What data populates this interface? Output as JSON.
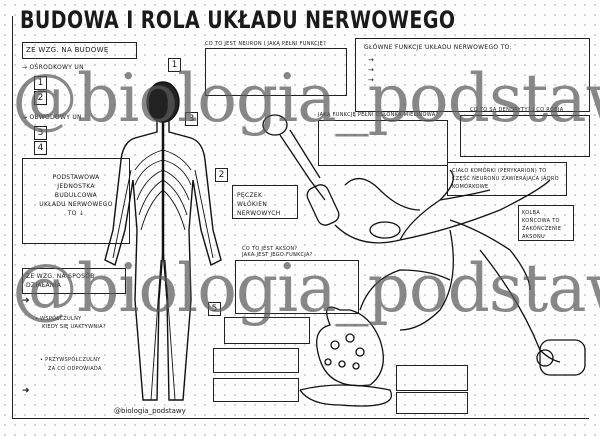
{
  "title": "BUDOWA I ROLA UKŁADU NERWOWEGO",
  "structure_section": {
    "heading": "ZE WZG. NA BUDOWĘ",
    "central": "→ OŚRODKOWY UN",
    "peripheral": "→ OBWODOWY UN",
    "numbers": [
      "1",
      "2",
      "3",
      "4"
    ]
  },
  "figure_labels": [
    "1",
    "3",
    "2",
    "5"
  ],
  "basic_unit": {
    "lines": [
      "PODSTAWOWA",
      "JEDNOSTKA",
      "BUDULCOWA",
      "UKŁADU NERWOWEGO",
      "TO ↓"
    ]
  },
  "function_section": {
    "heading": "ZE WZG. NA SPOSÓB DZIAŁANIA",
    "sympathetic": "• WSPÓŁCZULNY",
    "sympathetic_q": "KIEDY SIĘ UAKTYWNIA?",
    "parasympathetic": "• PRZYWSPÓŁCZULNY",
    "parasympathetic_q": "ZA CO ODPOWIADA"
  },
  "neuron_question": "CO TO JEST NEURON I JAKĄ PEŁNI FUNKCJĘ?",
  "main_functions": {
    "heading": "GŁÓWNE FUNKCJE UKŁADU NERWOWEGO TO:",
    "bullets": [
      "→",
      "→",
      "→"
    ]
  },
  "myelin_question": "JAKĄ FUNKCJĘ PEŁNI OSŁONKA MIELINOWA?",
  "dendrites_question": "CO TO SĄ DENDRYTY? I CO ROBIĄ",
  "bundle_label": "PĘCZEK WŁÓKIEN NERWOWYCH",
  "perikaryon_label": "CIAŁO KOMÓRKI (PERYKARION) TO CZĘŚĆ NEURONU ZAWIERAJĄCA JĄDRO KOMÓRKOWE",
  "terminal_label": "KOLBA KOŃCOWA TO ZAKOŃCZENIE AKSONU",
  "axon_question": [
    "CO TO JEST AKSON?",
    "JAKA JEST JEGO FUNKCJA?"
  ],
  "footer": "@biologia_podstawy",
  "watermark": "@biologia_podstawy"
}
